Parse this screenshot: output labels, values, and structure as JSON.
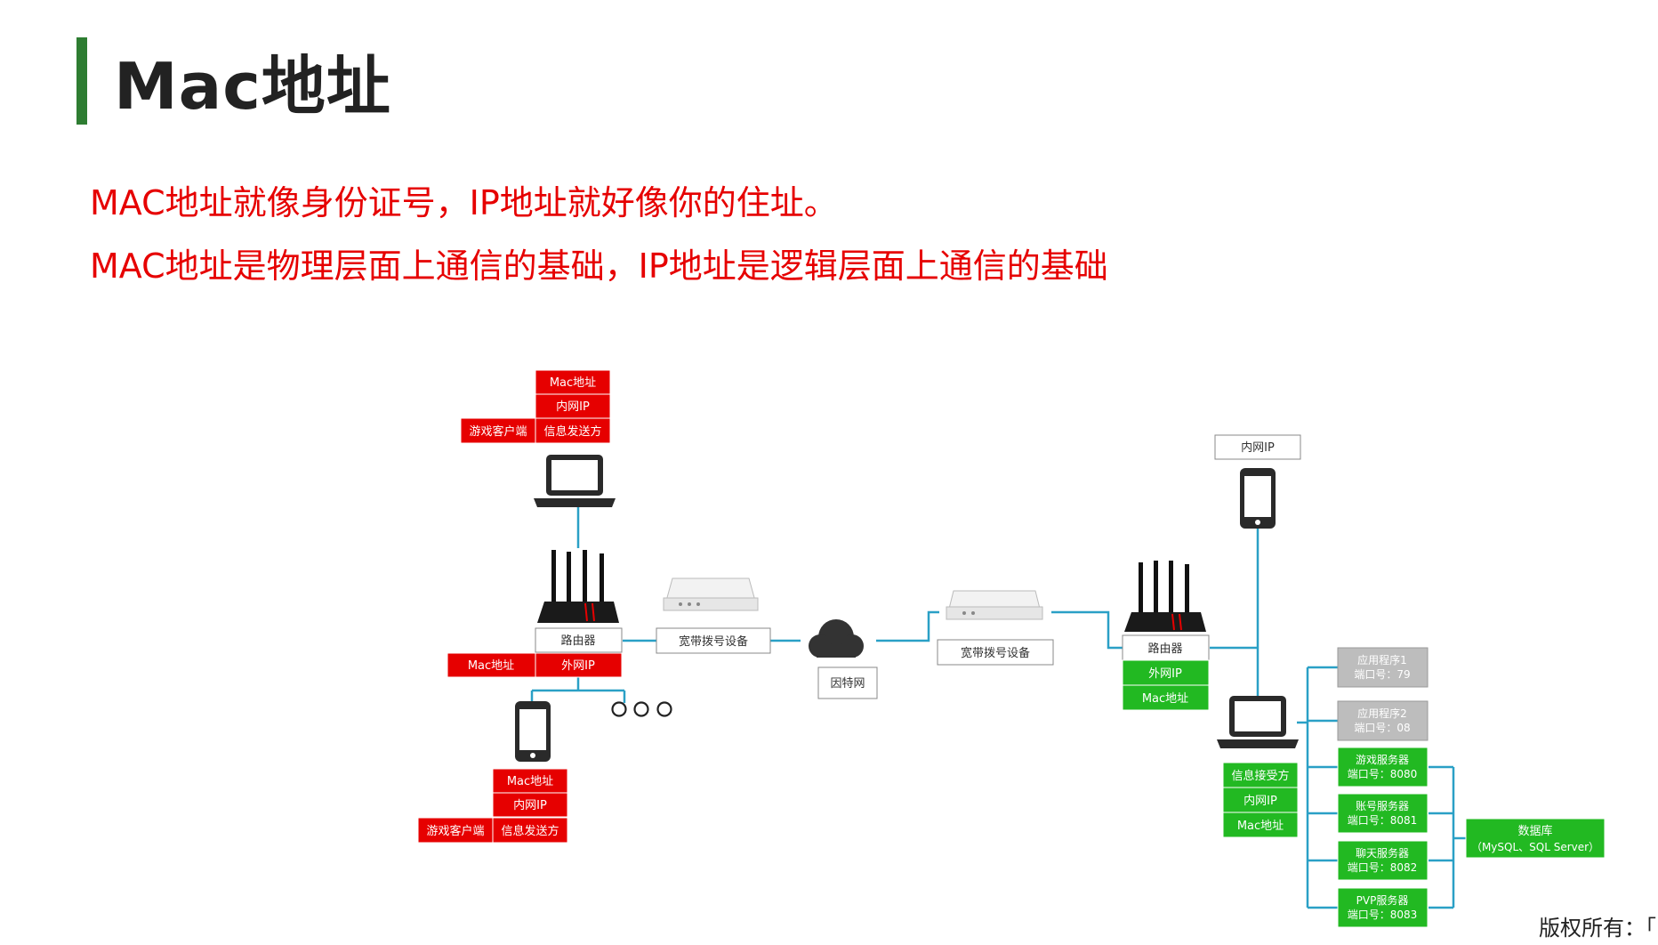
{
  "slide": {
    "title": "Mac地址",
    "lines": [
      "MAC地址就像身份证号，IP地址就好像你的住址。",
      "MAC地址是物理层面上通信的基础，IP地址是逻辑层面上通信的基础"
    ],
    "copyright": "版权所有：「"
  },
  "colors": {
    "accent_bar": "#2e7d32",
    "red_box": "#e60000",
    "green_box": "#22b922",
    "gray_box": "#bdbdbd",
    "line": "#2aa0c6"
  },
  "diagram": {
    "left_client_top": {
      "mac": "Mac地址",
      "ip": "内网IP",
      "sender": "信息发送方",
      "client": "游戏客户端"
    },
    "left_router": {
      "label": "路由器",
      "wan_ip": "外网IP",
      "mac": "Mac地址"
    },
    "left_modem": {
      "label": "宽带拨号设备"
    },
    "internet": {
      "label": "因特网"
    },
    "left_client_bottom": {
      "mac": "Mac地址",
      "ip": "内网IP",
      "sender": "信息发送方",
      "client": "游戏客户端"
    },
    "right_modem": {
      "label": "宽带拨号设备"
    },
    "right_router": {
      "label": "路由器",
      "wan_ip": "外网IP",
      "mac": "Mac地址"
    },
    "right_phone": {
      "ip": "内网IP"
    },
    "right_server": {
      "receiver": "信息接受方",
      "ip": "内网IP",
      "mac": "Mac地址"
    },
    "apps": [
      {
        "name": "应用程序1",
        "port": "端口号：79"
      },
      {
        "name": "应用程序2",
        "port": "端口号：08"
      },
      {
        "name": "游戏服务器",
        "port": "端口号：8080"
      },
      {
        "name": "账号服务器",
        "port": "端口号：8081"
      },
      {
        "name": "聊天服务器",
        "port": "端口号：8082"
      },
      {
        "name": "PVP服务器",
        "port": "端口号：8083"
      }
    ],
    "database": {
      "name": "数据库",
      "detail": "（MySQL、SQL Server）"
    }
  }
}
